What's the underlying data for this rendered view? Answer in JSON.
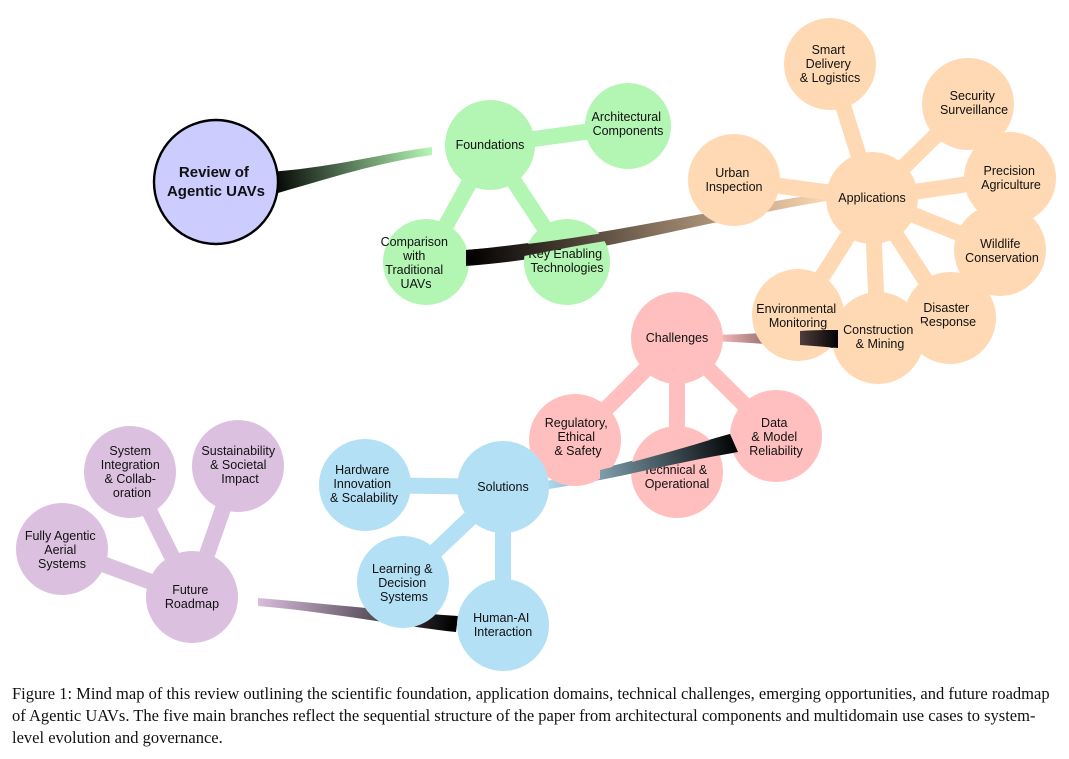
{
  "figure": {
    "caption": "Figure 1: Mind map of this review outlining the scientific foundation, application domains, technical challenges, emerging opportunities, and future roadmap of Agentic UAVs. The five main branches reflect the sequential structure of the paper from architectural components and multidomain use cases to system-level evolution and governance."
  },
  "colors": {
    "root": "#ccccff",
    "foundations": "#b3f5b3",
    "applications": "#ffd9b3",
    "challenges": "#ffbfbf",
    "solutions": "#b3e0f5",
    "roadmap": "#dcc0e0",
    "outline": "#000000"
  },
  "mindmap": {
    "root": {
      "label": [
        "Review of",
        "Agentic UAVs"
      ]
    },
    "branches": [
      {
        "id": "foundations",
        "color": "#b3f5b3",
        "label": [
          "Foundations"
        ],
        "children": [
          {
            "label": [
              "Architectural",
              "Components"
            ]
          },
          {
            "label": [
              "Key Enabling",
              "Technologies"
            ]
          },
          {
            "label": [
              "Comparison",
              "with",
              "Traditional",
              "UAVs"
            ]
          }
        ]
      },
      {
        "id": "applications",
        "color": "#ffd9b3",
        "label": [
          "Applications"
        ],
        "children": [
          {
            "label": [
              "Smart",
              "Delivery",
              "& Logistics"
            ]
          },
          {
            "label": [
              "Security",
              "Surveillance"
            ]
          },
          {
            "label": [
              "Precision",
              "Agriculture"
            ]
          },
          {
            "label": [
              "Wildlife",
              "Conservation"
            ]
          },
          {
            "label": [
              "Disaster",
              "Response"
            ]
          },
          {
            "label": [
              "Construction",
              "& Mining"
            ]
          },
          {
            "label": [
              "Environmental",
              "Monitoring"
            ]
          },
          {
            "label": [
              "Urban",
              "Inspection"
            ]
          }
        ]
      },
      {
        "id": "challenges",
        "color": "#ffbfbf",
        "label": [
          "Challenges"
        ],
        "children": [
          {
            "label": [
              "Data",
              "& Model",
              "Reliability"
            ]
          },
          {
            "label": [
              "Technical &",
              "Operational"
            ]
          },
          {
            "label": [
              "Regulatory,",
              "Ethical",
              "& Safety"
            ]
          }
        ]
      },
      {
        "id": "solutions",
        "color": "#b3e0f5",
        "label": [
          "Solutions"
        ],
        "children": [
          {
            "label": [
              "Human-AI",
              "Interaction"
            ]
          },
          {
            "label": [
              "Learning &",
              "Decision",
              "Systems"
            ]
          },
          {
            "label": [
              "Hardware",
              "Innovation",
              "& Scalability"
            ]
          }
        ]
      },
      {
        "id": "roadmap",
        "color": "#dcc0e0",
        "label": [
          "Future",
          "Roadmap"
        ],
        "children": [
          {
            "label": [
              "Sustainability",
              "& Societal",
              "Impact"
            ]
          },
          {
            "label": [
              "System",
              "Integration",
              "& Collab-",
              "oration"
            ]
          },
          {
            "label": [
              "Fully Agentic",
              "Aerial",
              "Systems"
            ]
          }
        ]
      }
    ]
  }
}
